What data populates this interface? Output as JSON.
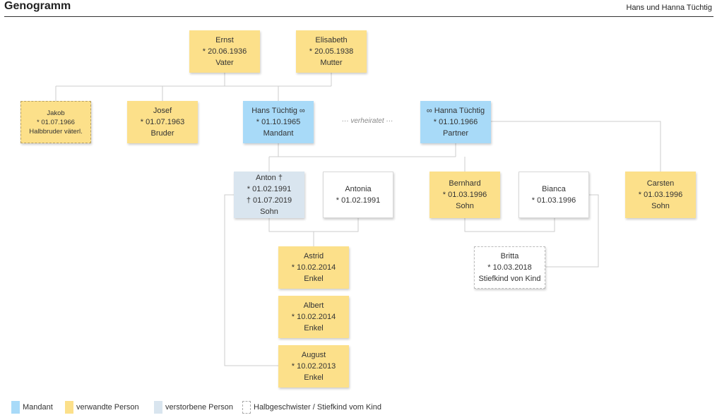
{
  "header": {
    "title": "Genogramm",
    "client": "Hans und Hanna Tüchtig"
  },
  "persons": {
    "ernst": {
      "name": "Ernst",
      "birth": "* 20.06.1936",
      "role": "Vater"
    },
    "elisabeth": {
      "name": "Elisabeth",
      "birth": "* 20.05.1938",
      "role": "Mutter"
    },
    "jakob": {
      "name": "Jakob",
      "birth": "* 01.07.1966",
      "role": "Halbbruder väterl."
    },
    "josef": {
      "name": "Josef",
      "birth": "* 01.07.1963",
      "role": "Bruder"
    },
    "hans": {
      "name": "Hans Tüchtig ∞",
      "birth": "* 01.10.1965",
      "role": "Mandant"
    },
    "hanna": {
      "name": "∞ Hanna Tüchtig",
      "birth": "* 01.10.1966",
      "role": "Partner"
    },
    "anton": {
      "name": "Anton †",
      "birth": "* 01.02.1991",
      "death": "† 01.07.2019",
      "role": "Sohn"
    },
    "antonia": {
      "name": "Antonia",
      "birth": "* 01.02.1991"
    },
    "bernhard": {
      "name": "Bernhard",
      "birth": "* 01.03.1996",
      "role": "Sohn"
    },
    "bianca": {
      "name": "Bianca",
      "birth": "* 01.03.1996"
    },
    "carsten": {
      "name": "Carsten",
      "birth": "* 01.03.1996",
      "role": "Sohn"
    },
    "britta": {
      "name": "Britta",
      "birth": "* 10.03.2018",
      "role": "Stiefkind von Kind"
    },
    "astrid": {
      "name": "Astrid",
      "birth": "* 10.02.2014",
      "role": "Enkel"
    },
    "albert": {
      "name": "Albert",
      "birth": "* 10.02.2014",
      "role": "Enkel"
    },
    "august": {
      "name": "August",
      "birth": "* 10.02.2013",
      "role": "Enkel"
    }
  },
  "marriage_label": "··· verheiratet ···",
  "legend": {
    "client": "Mandant",
    "relative": "verwandte Person",
    "deceased": "verstorbene Person",
    "half": "Halbgeschwister / Stiefkind vom Kind"
  },
  "colors": {
    "client": "#a8daf8",
    "relative": "#fce08a",
    "deceased": "#d9e5ef",
    "line": "#cccccc"
  }
}
